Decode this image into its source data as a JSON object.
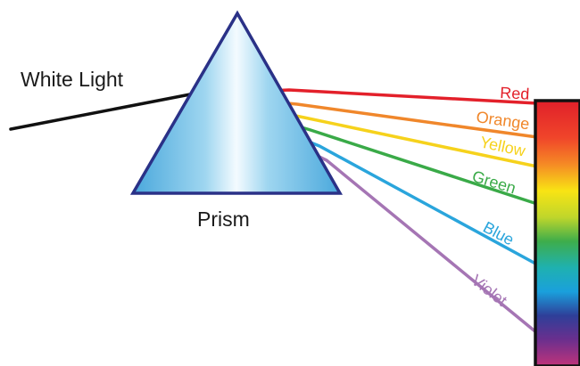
{
  "labels": {
    "incoming": "White Light",
    "object": "Prism"
  },
  "rays": [
    {
      "name": "Red",
      "color": "#e3202a"
    },
    {
      "name": "Orange",
      "color": "#f0872b"
    },
    {
      "name": "Yellow",
      "color": "#f6d21c"
    },
    {
      "name": "Green",
      "color": "#3aaa48"
    },
    {
      "name": "Blue",
      "color": "#2aa5dc"
    },
    {
      "name": "Violet",
      "color": "#a575b4"
    }
  ],
  "colors": {
    "outline": "#2a3187",
    "prism_light": "#f4fbff",
    "prism_mid": "#9fd6f0",
    "prism_dark": "#4aa8dc",
    "incoming_ray": "#111111"
  }
}
